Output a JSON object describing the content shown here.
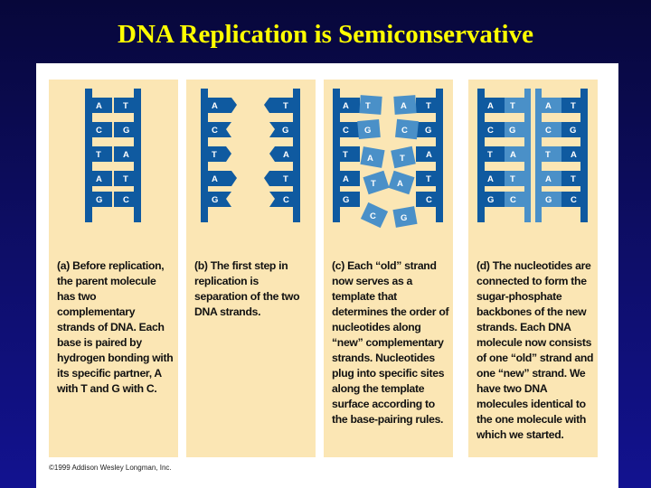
{
  "title": "DNA Replication is Semiconservative",
  "colors": {
    "background": "#0d0d62",
    "title": "#ffff00",
    "panel": "#fbe6b4",
    "parent_strand": "#0f5aa0",
    "new_strand": "#4a90c8",
    "base_label": "#ffffff"
  },
  "panels": [
    {
      "id": "a",
      "caption": "(a) Before replication, the parent molecule has two complementary strands of DNA. Each base is paired by hydrogen bonding with its specific partner, A with T and G with C.",
      "left_bases": [
        "A",
        "C",
        "T",
        "A",
        "G"
      ],
      "right_bases": [
        "T",
        "G",
        "A",
        "T",
        "C"
      ]
    },
    {
      "id": "b",
      "caption": "(b) The first step in replication is separation of the two DNA strands.",
      "left_bases": [
        "A",
        "C",
        "T",
        "A",
        "G"
      ],
      "right_bases": [
        "T",
        "G",
        "A",
        "T",
        "C"
      ]
    },
    {
      "id": "c",
      "caption": "(c) Each “old” strand now serves as a template that determines the order of nucleotides along “new” complementary strands. Nucleotides plug into specific sites along the template surface according to the base-pairing rules.",
      "left_bases": [
        "A",
        "C",
        "T",
        "A",
        "G"
      ],
      "left_new_bases": [
        "T",
        "G",
        "A",
        "T",
        "C"
      ],
      "right_new_bases": [
        "A",
        "C",
        "T",
        "A",
        "G"
      ],
      "right_bases": [
        "T",
        "G",
        "A",
        "T",
        "C"
      ]
    },
    {
      "id": "d",
      "caption": "(d) The nucleotides are connected to form the sugar-phosphate backbones of the new strands. Each DNA molecule now consists of one “old” strand and one “new” strand. We have two DNA molecules identical to the one molecule with which we started.",
      "left_bases": [
        "A",
        "C",
        "T",
        "A",
        "G"
      ],
      "left_new_bases": [
        "T",
        "G",
        "A",
        "T",
        "C"
      ],
      "right_new_bases": [
        "A",
        "C",
        "T",
        "A",
        "G"
      ],
      "right_bases": [
        "T",
        "G",
        "A",
        "T",
        "C"
      ]
    }
  ],
  "copyright": "©1999 Addison Wesley Longman, Inc."
}
